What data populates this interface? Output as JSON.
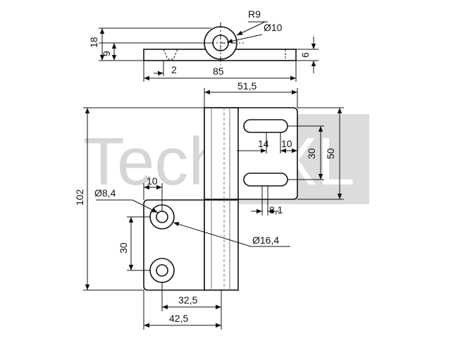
{
  "watermark": {
    "text_left": "Tech",
    "text_right": "XXL"
  },
  "dimensions": {
    "top_view": {
      "radius": "R9",
      "pin_diameter": "Ø10",
      "height_total": "18",
      "height_axis": "9",
      "plate_thickness": "6",
      "offset": "2",
      "length": "85"
    },
    "front_view": {
      "width_right_leaf": "51,5",
      "slot_pitch": "14",
      "slot_gap": "10",
      "slot_height": "30",
      "slot_span": "50",
      "slot_width": "8,1",
      "total_height": "102",
      "hole_diameter": "Ø8,4",
      "hole_edge": "10",
      "countersink_diameter": "Ø16,4",
      "hole_pitch": "30",
      "knuckle_offset": "32,5",
      "left_leaf_width": "42,5"
    }
  },
  "colors": {
    "line": "#111111",
    "watermark": "#d6d6d6",
    "background": "#ffffff"
  }
}
